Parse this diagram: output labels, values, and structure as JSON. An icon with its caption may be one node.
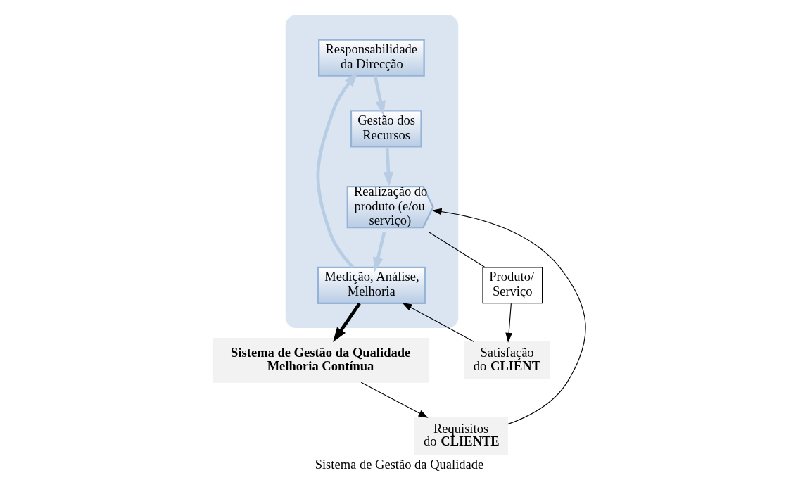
{
  "diagram": {
    "caption": "Sistema de Gestão da Qualidade",
    "nodes": [
      {
        "text": [
          "Sistema de Gestão da Qualidade Melhoria Contínua"
        ]
      },
      {
        "text": [
          "Requisitos do **CLIENTE**"
        ]
      },
      {
        "text": [],
        "shape": "ellipse"
      },
      {
        "text": [
          "Responsabilidade da Direcção"
        ],
        "in": 2
      },
      {
        "text": [
          "Gestão dos Recursos"
        ],
        "in": 2
      },
      {
        "text": [
          "Medição, Análise, Melhoria"
        ],
        "in": 2
      },
      {
        "text": [
          "Realização do produto (e/ou serviço)"
        ],
        "in": 2
      },
      {
        "text": [
          "Satisfação do **CLIENT**"
        ]
      },
      {
        "text": [
          "Produto/ Serviço"
        ]
      }
    ],
    "edges": [
      {
        "from": 0,
        "to": 1,
        "arrow": "to"
      },
      {
        "from": 1,
        "to": 6,
        "arrow": "to"
      },
      {
        "from": 6,
        "to": 8,
        "arrow": "none"
      },
      {
        "from": 8,
        "to": 7,
        "arrow": "to"
      },
      {
        "from": 7,
        "to": 5,
        "arrow": "to"
      },
      {
        "from": 5,
        "to": 0,
        "arrow": "to",
        "style": "thick"
      },
      {
        "from": 3,
        "to": 4,
        "arrow": "to",
        "style": "thick",
        "color": "#b8cce4"
      },
      {
        "from": 4,
        "to": 6,
        "arrow": "to",
        "style": "thick",
        "color": "#b8cce4"
      },
      {
        "from": 6,
        "to": 5,
        "arrow": "to",
        "style": "thick",
        "color": "#b8cce4"
      },
      {
        "from": 5,
        "to": 3,
        "arrow": "to",
        "style": "thick",
        "color": "#b8cce4"
      }
    ]
  }
}
